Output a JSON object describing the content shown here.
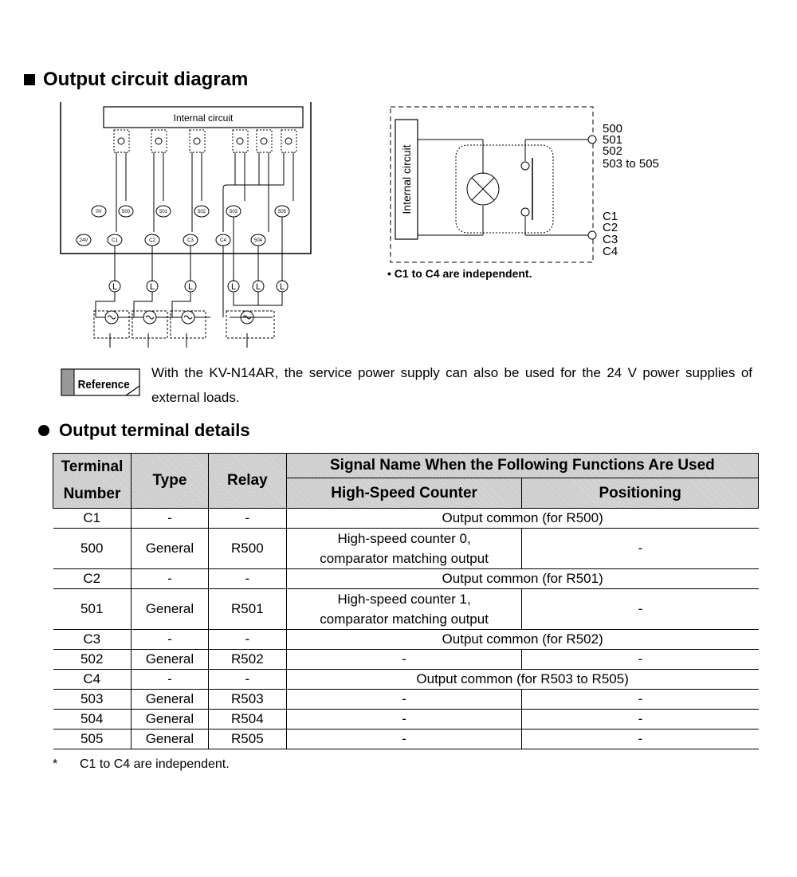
{
  "section_title": "Output circuit diagram",
  "left_diagram": {
    "internal_circuit_label": "Internal circuit",
    "terminal_row_top": [
      "0V",
      "500",
      "501",
      "502",
      "503",
      "505"
    ],
    "terminal_row_bottom": [
      "24V",
      "C1",
      "C2",
      "C3",
      "C4",
      "504"
    ],
    "load_symbol": "L"
  },
  "right_diagram": {
    "internal_circuit_label": "Internal circuit",
    "top_terminals": [
      "500",
      "501",
      "502",
      "503 to 505"
    ],
    "bottom_terminals": [
      "C1",
      "C2",
      "C3",
      "C4"
    ],
    "note": "• C1 to C4 are independent."
  },
  "reference": {
    "icon_label": "Reference",
    "text": "With the KV-N14AR, the service power supply can also be used for the 24 V power supplies of external loads."
  },
  "subsection_title": "Output terminal details",
  "table": {
    "headers": {
      "terminal": "Terminal Number",
      "type": "Type",
      "relay": "Relay",
      "signal": "Signal Name When the Following Functions Are Used",
      "hsc": "High-Speed Counter",
      "positioning": "Positioning"
    },
    "rows": [
      {
        "terminal": "C1",
        "type": "-",
        "relay": "-",
        "merged": "Output common (for R500)"
      },
      {
        "terminal": "500",
        "type": "General",
        "relay": "R500",
        "hsc": "High-speed counter 0, comparator matching output",
        "positioning": "-"
      },
      {
        "terminal": "C2",
        "type": "-",
        "relay": "-",
        "merged": "Output common (for R501)"
      },
      {
        "terminal": "501",
        "type": "General",
        "relay": "R501",
        "hsc": "High-speed counter 1, comparator matching output",
        "positioning": "-"
      },
      {
        "terminal": "C3",
        "type": "-",
        "relay": "-",
        "merged": "Output common (for R502)"
      },
      {
        "terminal": "502",
        "type": "General",
        "relay": "R502",
        "hsc": "-",
        "positioning": "-"
      },
      {
        "terminal": "C4",
        "type": "-",
        "relay": "-",
        "merged": "Output common (for R503 to R505)"
      },
      {
        "terminal": "503",
        "type": "General",
        "relay": "R503",
        "hsc": "-",
        "positioning": "-"
      },
      {
        "terminal": "504",
        "type": "General",
        "relay": "R504",
        "hsc": "-",
        "positioning": "-"
      },
      {
        "terminal": "505",
        "type": "General",
        "relay": "R505",
        "hsc": "-",
        "positioning": "-"
      }
    ]
  },
  "footnote": {
    "marker": "*",
    "text": "C1 to C4 are independent."
  }
}
